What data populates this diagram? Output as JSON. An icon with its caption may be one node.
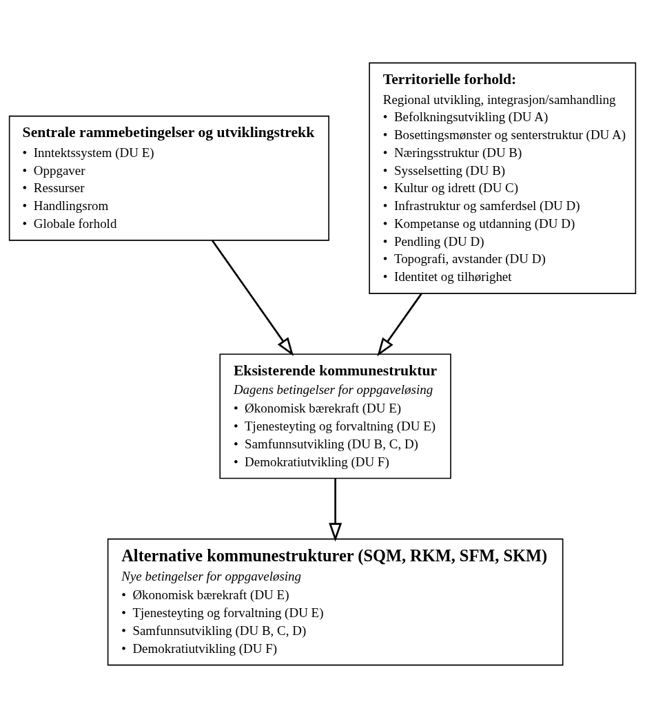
{
  "diagram": {
    "nodes": [
      {
        "text": [
          "Sentrale rammebetingelser og utviklingstrekk",
          "•  Inntektssystem (DU E)",
          "•  Oppgaver",
          "•  Ressurser",
          "•  Handlingsrom",
          "•  Globale forhold"
        ]
      },
      {
        "text": [
          "Territorielle forhold:",
          "Regional utvikling, integrasjon/samhandling",
          "•  Befolkningsutvikling (DU A)",
          "•  Bosettingsmønster og senterstruktur (DU A)",
          "•  Næringsstruktur (DU B)",
          "•  Sysselsetting (DU B)",
          "•  Kultur og idrett (DU C)",
          "•  Infrastruktur og samferdsel (DU D)",
          "•  Kompetanse og utdanning (DU D)",
          "•  Pendling (DU D)",
          "•  Topografi, avstander (DU D)",
          "•  Identitet og tilhørighet"
        ]
      },
      {
        "text": [
          "Eksisterende kommunestruktur",
          "Dagens betingelser for oppgaveløsing",
          "•  Økonomisk bærekraft (DU E)",
          "•  Tjenesteyting og forvaltning (DU E)",
          "•  Samfunnsutvikling (DU B, C, D)",
          "•  Demokratiutvikling (DU F)"
        ]
      },
      {
        "text": [
          "Alternative kommunestrukturer (SQM, RKM, SFM, SKM)",
          "Nye betingelser for oppgaveløsing",
          "•  Økonomisk bærekraft (DU E)",
          "•  Tjenesteyting og forvaltning (DU E)",
          "•  Samfunnsutvikling (DU B, C, D)",
          "•  Demokratiutvikling (DU F)"
        ]
      }
    ],
    "edges": [
      {
        "from": 0,
        "to": 2,
        "arrow": "to"
      },
      {
        "from": 1,
        "to": 2,
        "arrow": "to"
      },
      {
        "from": 2,
        "to": 3,
        "arrow": "to"
      }
    ]
  }
}
